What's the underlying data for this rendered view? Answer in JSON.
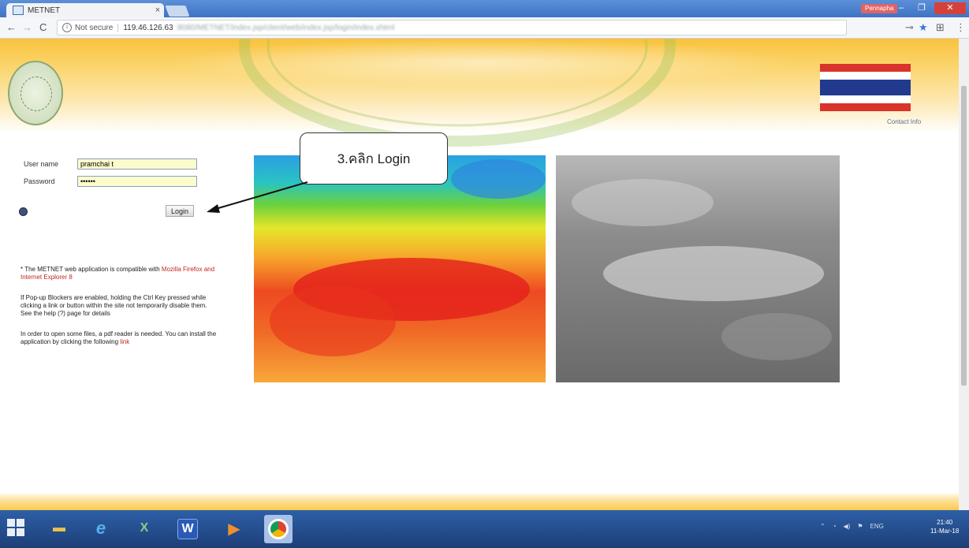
{
  "browser": {
    "tab_title": "METNET",
    "tab_close": "×",
    "window_user": "Pennapha",
    "win_min": "–",
    "win_max": "❐",
    "win_close": "✕",
    "nav_back": "←",
    "nav_forward": "→",
    "nav_reload": "C",
    "security_label": "Not secure",
    "url_host": "119.46.126.63",
    "url_path": ":8080/METNET/index.jsp/client/web/index.jsp/login/index.xhtml",
    "ext_icon": "⊞",
    "menu_icon": "⋮",
    "key_icon": "⊸",
    "star_icon": "★"
  },
  "header": {
    "contact_link": "Contact Info"
  },
  "login": {
    "username_label": "User name",
    "username_value": "pramchai t",
    "password_label": "Password",
    "password_value": "••••••",
    "login_button": "Login"
  },
  "notes": [
    {
      "text": "* The METNET web application is compatible with ",
      "link": "Mozilla Firefox and Internet Explorer 8"
    },
    {
      "text": "If Pop-up Blockers are enabled, holding the Ctrl Key pressed while clicking a link or button within the site not temporarily disable them. See the help (?) page for details",
      "link": ""
    },
    {
      "text": "In order to open some files, a pdf reader is needed. You can install the application by clicking the following ",
      "link": "link"
    }
  ],
  "callout": {
    "text": "3.คลิก Login"
  },
  "taskbar": {
    "ie": "e",
    "excel": "X",
    "word": "W",
    "media": "▶",
    "tray_lang": "ENG",
    "clock_time": "21:40",
    "clock_date": "11-Mar-18"
  },
  "colors": {
    "header_orange": "#f9c23c",
    "flag_red": "#d9342b",
    "flag_blue": "#223a8e",
    "link_red": "#c0271f",
    "taskbar_blue": "#2d5fa6"
  }
}
